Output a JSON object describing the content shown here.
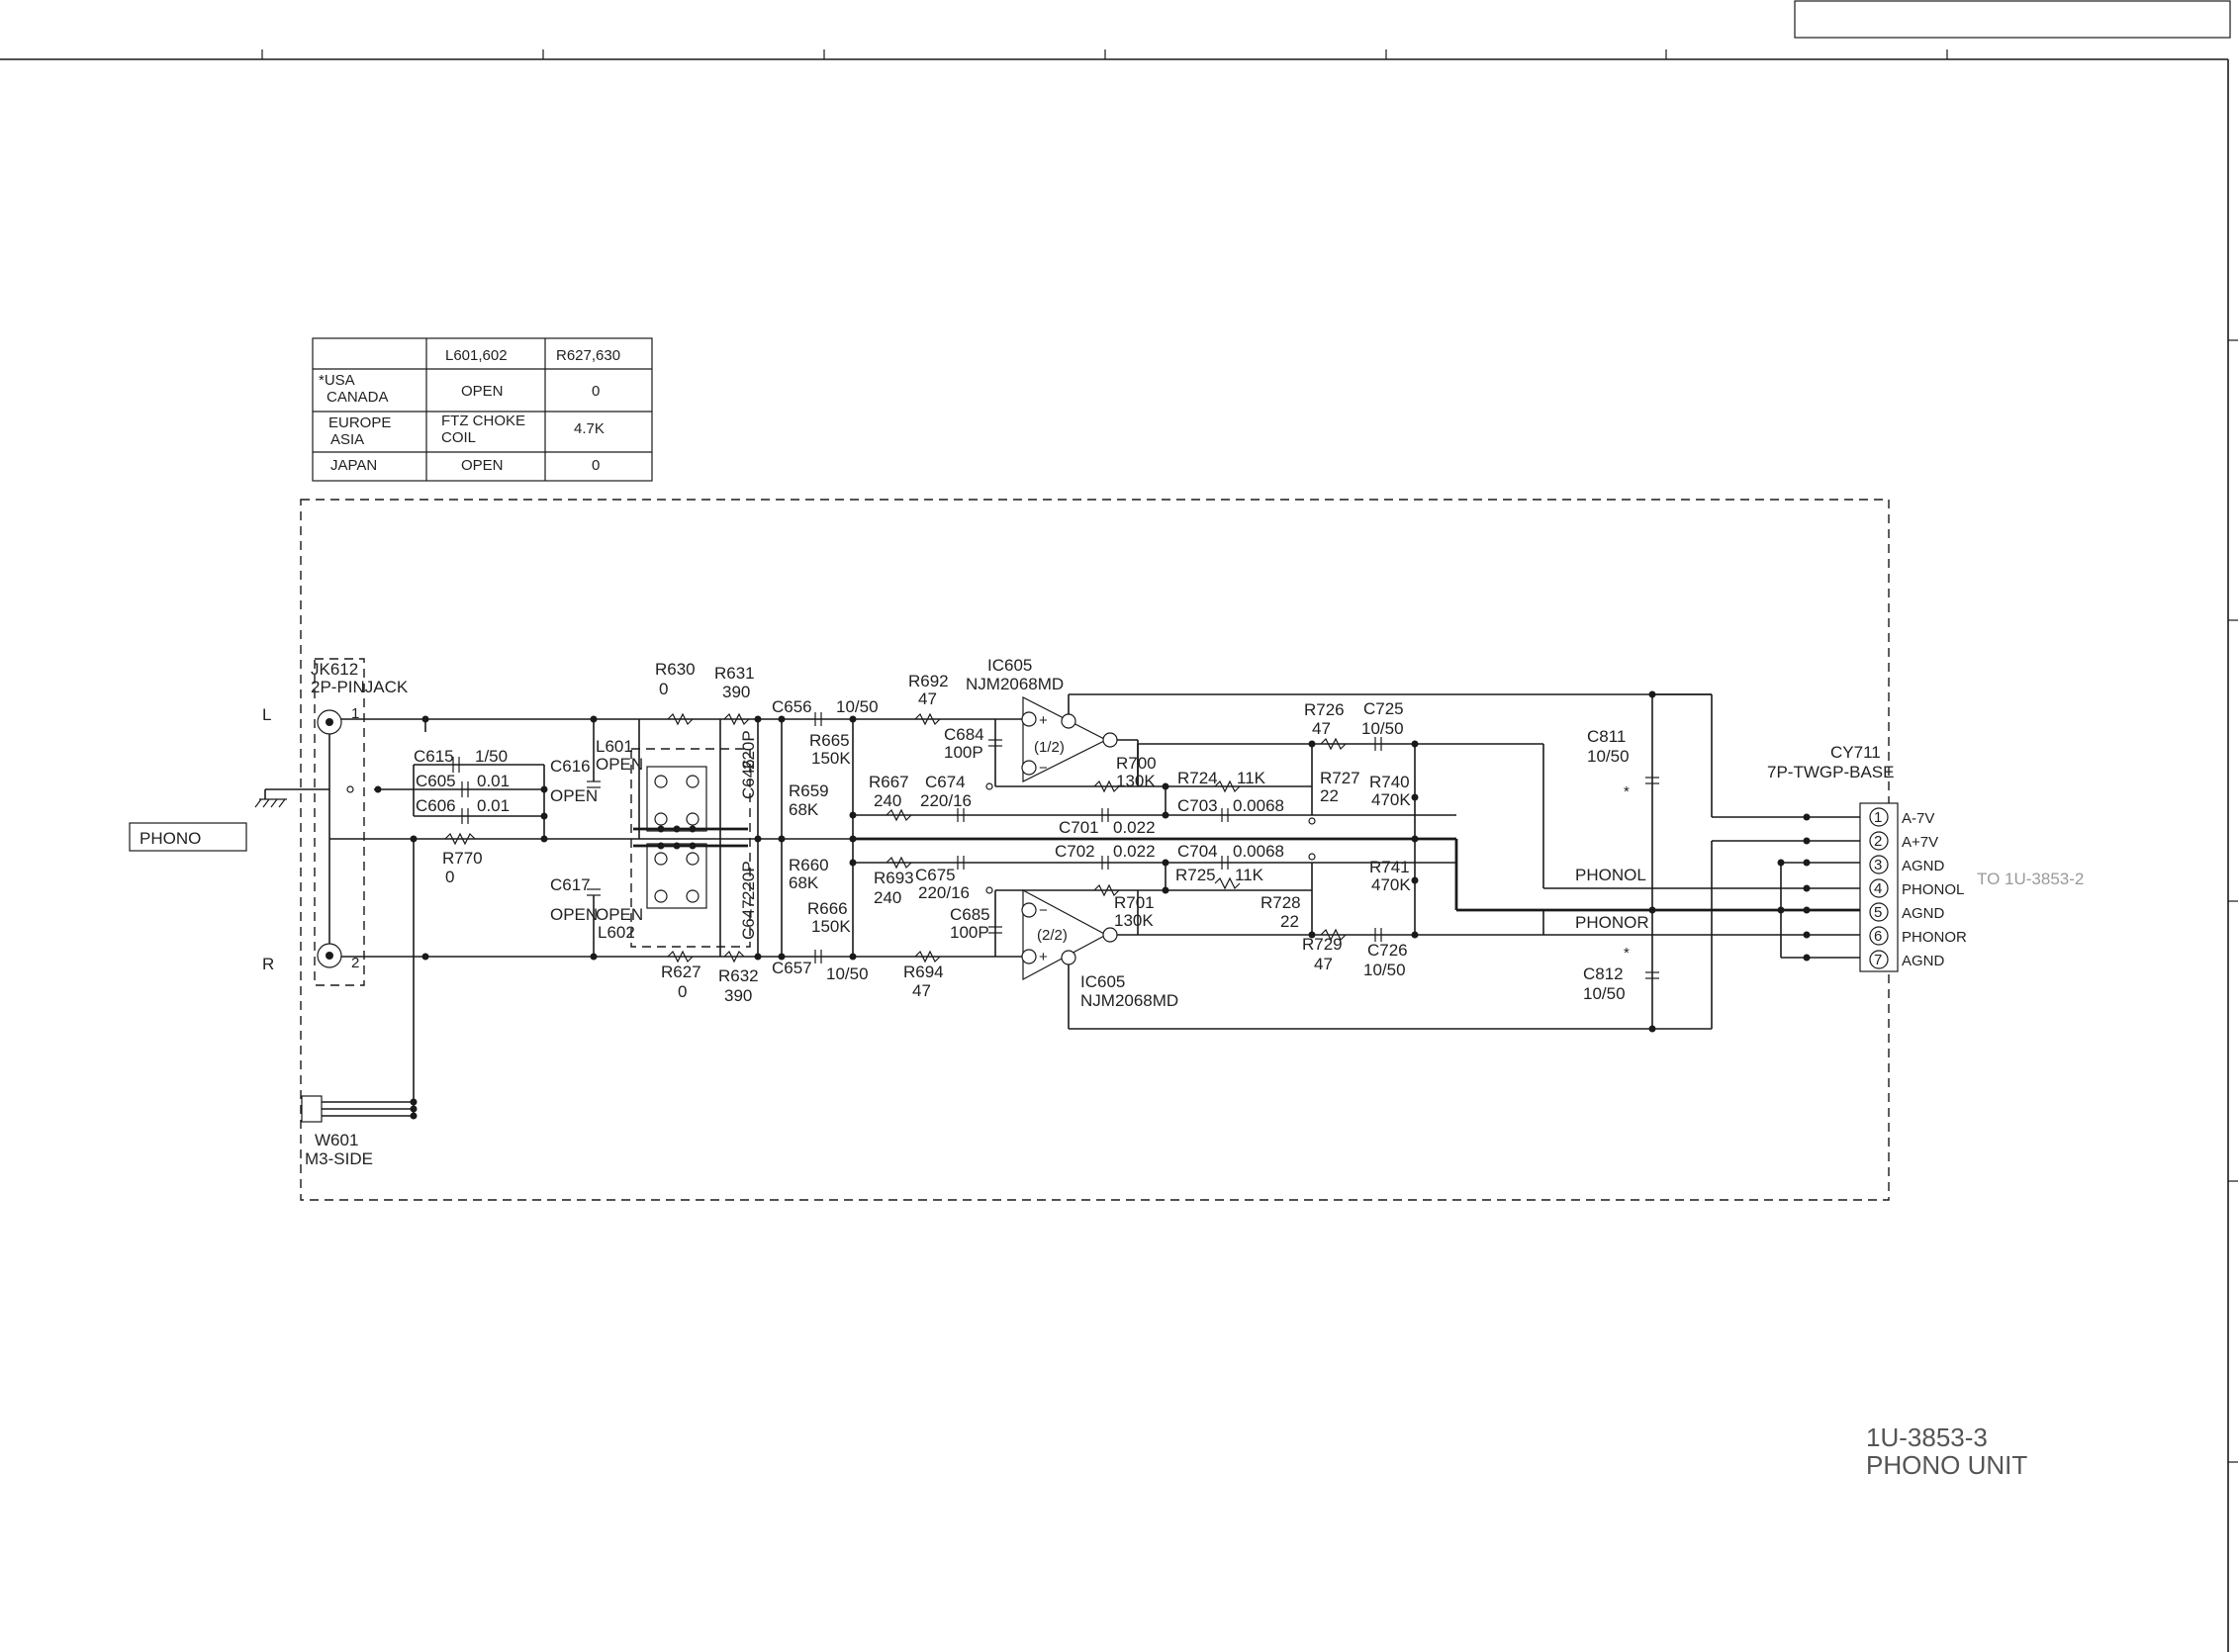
{
  "table": {
    "headers": [
      "",
      "L601,602",
      "R627,630"
    ],
    "rows": [
      {
        "region": "*USA\nCANADA",
        "l": "OPEN",
        "r": "0"
      },
      {
        "region": "EUROPE\nASIA",
        "l": "FTZ CHOKE\nCOIL",
        "r": "4.7K"
      },
      {
        "region": "JAPAN",
        "l": "OPEN",
        "r": "0"
      }
    ]
  },
  "phono_label": "PHONO",
  "channel_l": "L",
  "channel_r": "R",
  "jack": {
    "name": "JK612",
    "type": "2P-PINJACK",
    "pin1": "1",
    "pin2": "2"
  },
  "wire_w601": {
    "name": "W601",
    "desc": "M3-SIDE"
  },
  "labels": {
    "c615": "C615",
    "c615_v": "1/50",
    "c605": "C605",
    "c605_v": "0.01",
    "c606": "C606",
    "c606_v": "0.01",
    "r770": "R770",
    "r770_v": "0",
    "c616": "C616",
    "c616_v": "OPEN",
    "c617": "C617",
    "c617_v": "OPEN",
    "l601": "L601",
    "l601_v": "OPEN",
    "l602": "L602",
    "l602_v": "OPEN",
    "r630": "R630",
    "r630_v": "0",
    "r631": "R631",
    "r631_v": "390",
    "r627": "R627",
    "r627_v": "0",
    "r632": "R632",
    "r632_v": "390",
    "c646": "C646",
    "c646_v": "220P",
    "c647": "C647",
    "c647_v": "220P",
    "c656": "C656",
    "c656_v": "10/50",
    "c657": "C657",
    "c657_v": "10/50",
    "r665": "R665",
    "r665_v": "150K",
    "r666": "R666",
    "r666_v": "150K",
    "r659": "R659",
    "r659_v": "68K",
    "r660": "R660",
    "r660_v": "68K",
    "r667": "R667",
    "r667_v": "240",
    "r693": "R693",
    "r693_v": "240",
    "c674": "C674",
    "c674_v": "220/16",
    "c675": "C675",
    "c675_v": "220/16",
    "r692": "R692",
    "r692_v": "47",
    "r694": "R694",
    "r694_v": "47",
    "c684": "C684",
    "c684_v": "100P",
    "c685": "C685",
    "c685_v": "100P",
    "ic605": "IC605",
    "ic605_v": "NJM2068MD",
    "ic_half1": "(1/2)",
    "ic_half2": "(2/2)",
    "r700": "R700",
    "r700_v": "130K",
    "r701": "R701",
    "r701_v": "130K",
    "c701": "C701",
    "c701_v": "0.022",
    "c702": "C702",
    "c702_v": "0.022",
    "r724": "R724",
    "r724_v": "11K",
    "r725": "R725",
    "r725_v": "11K",
    "c703": "C703",
    "c703_v": "0.0068",
    "c704": "C704",
    "c704_v": "0.0068",
    "r726": "R726",
    "r726_v": "47",
    "r729": "R729",
    "r729_v": "47",
    "c725": "C725",
    "c725_v": "10/50",
    "c726": "C726",
    "c726_v": "10/50",
    "r727": "R727",
    "r727_v": "22",
    "r728": "R728",
    "r728_v": "22",
    "r740": "R740",
    "r740_v": "470K",
    "r741": "R741",
    "r741_v": "470K",
    "c811": "C811",
    "c811_v": "10/50",
    "c812": "C812",
    "c812_v": "10/50",
    "phonol_net": "PHONOL",
    "phonor_net": "PHONOR"
  },
  "connector": {
    "name": "CY711",
    "type": "7P-TWGP-BASE",
    "pins": [
      {
        "num": "1",
        "label": "A-7V"
      },
      {
        "num": "2",
        "label": "A+7V"
      },
      {
        "num": "3",
        "label": "AGND"
      },
      {
        "num": "4",
        "label": "PHONOL"
      },
      {
        "num": "5",
        "label": "AGND"
      },
      {
        "num": "6",
        "label": "PHONOR"
      },
      {
        "num": "7",
        "label": "AGND"
      }
    ]
  },
  "to_label": "TO 1U-3853-2",
  "unit": {
    "code": "1U-3853-3",
    "name": "PHONO UNIT"
  }
}
